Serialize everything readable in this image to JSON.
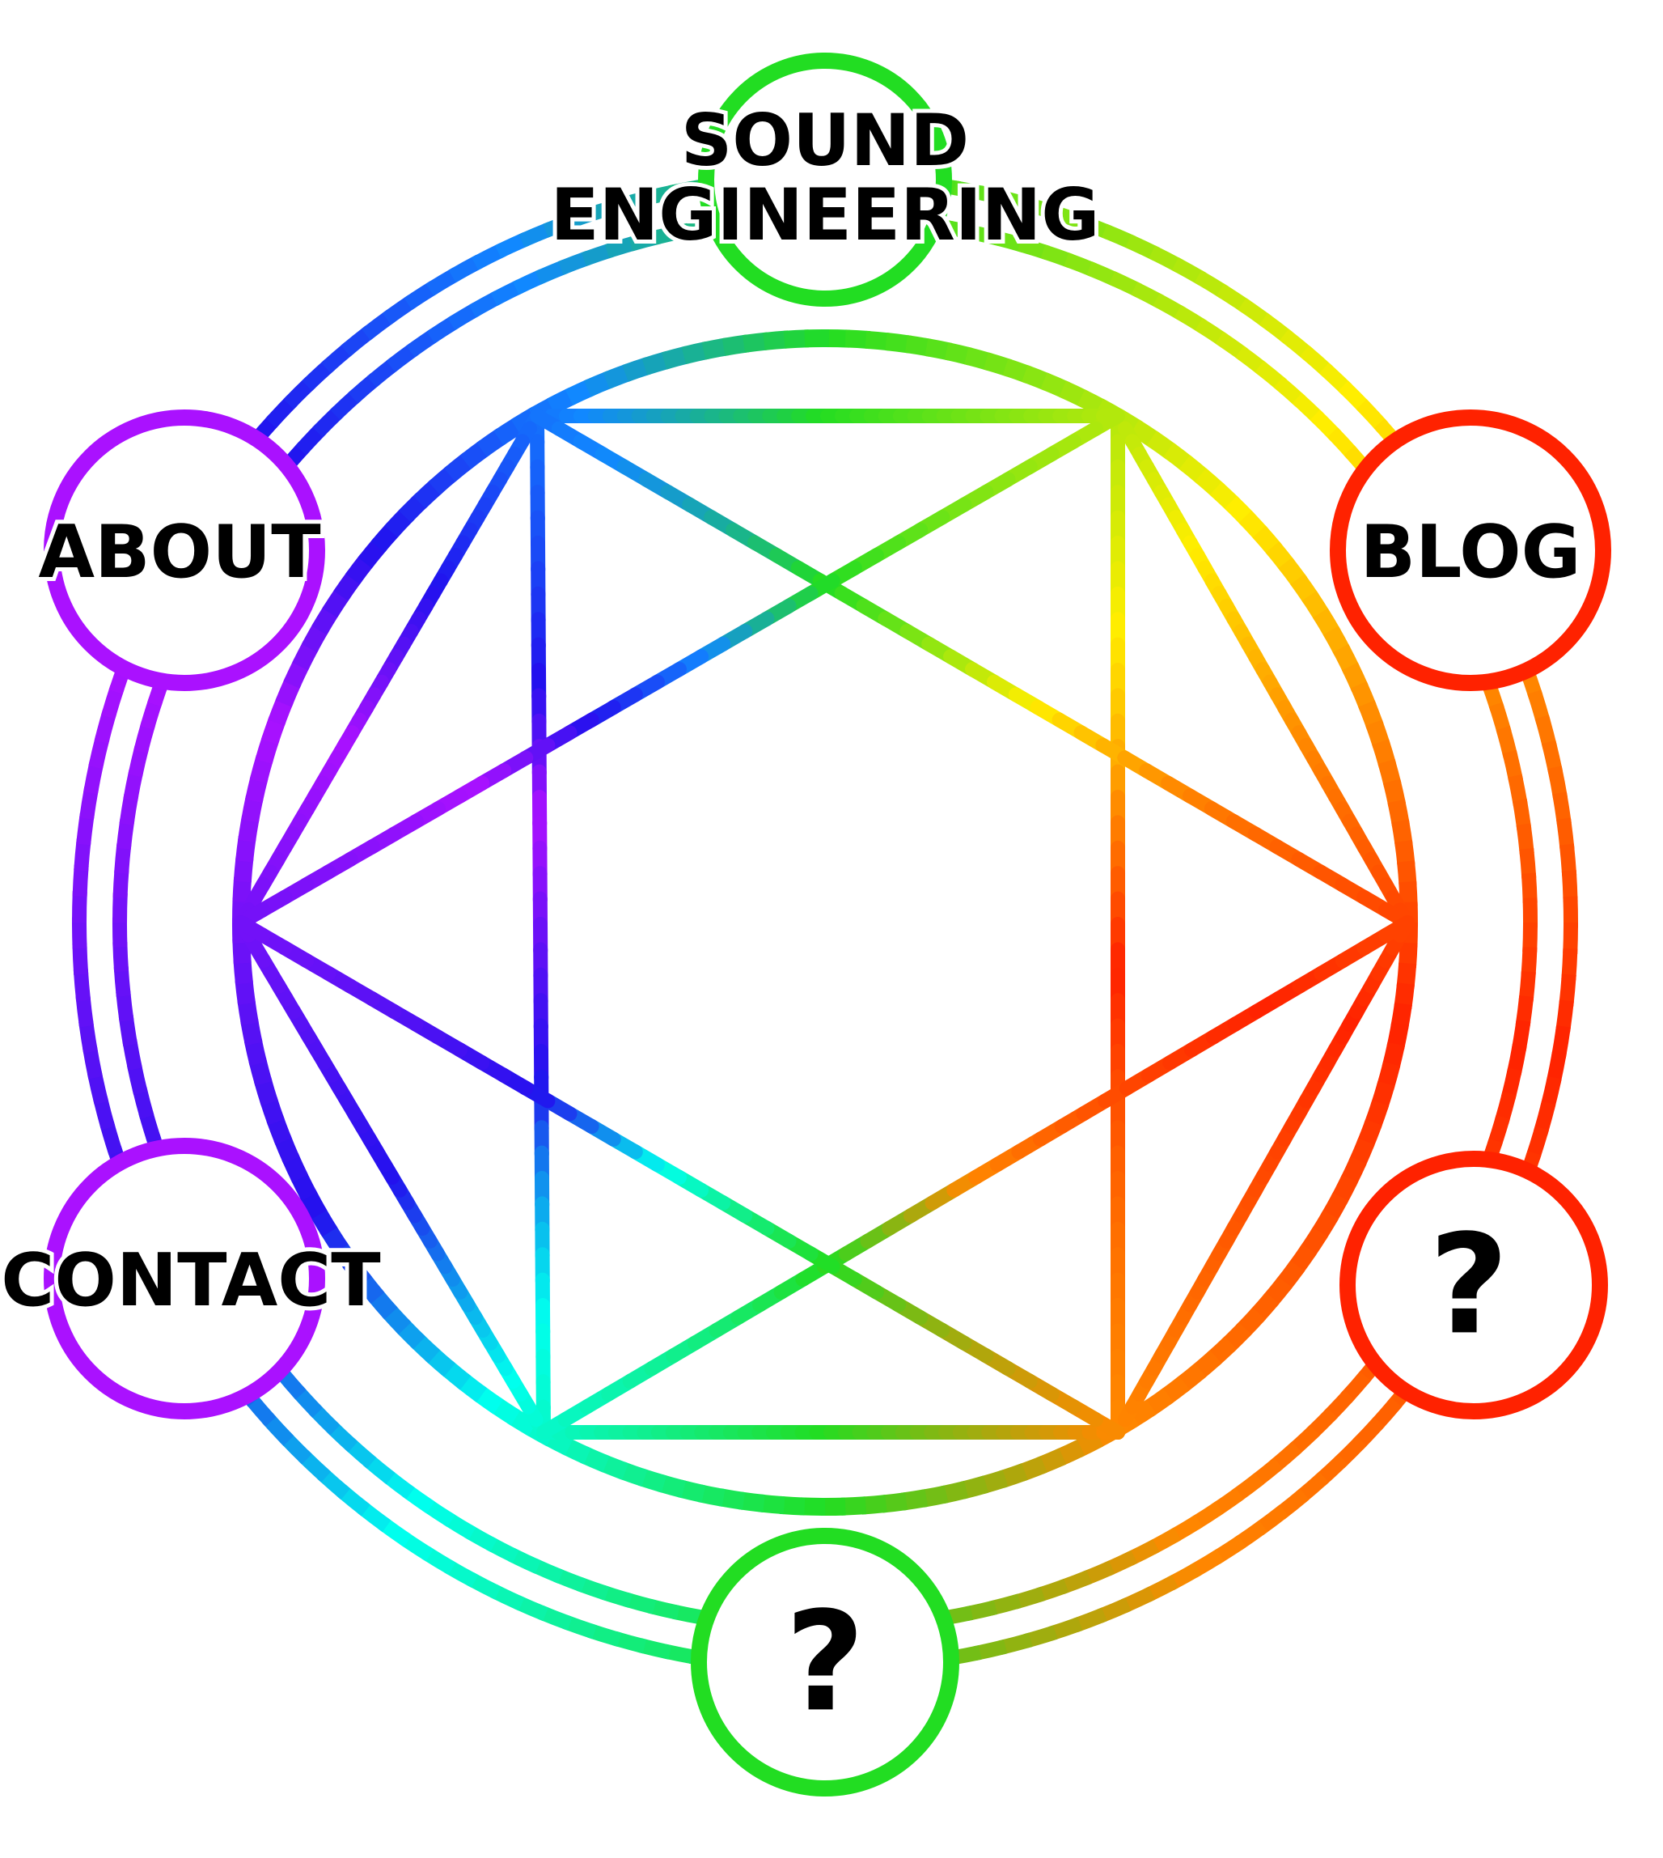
{
  "menu": {
    "top": {
      "line1": "SOUND",
      "line2": "ENGINEERING"
    },
    "about": {
      "label": "ABOUT"
    },
    "blog": {
      "label": "BLOG"
    },
    "contact": {
      "label": "CONTACT"
    },
    "mystery_right": {
      "label": "?"
    },
    "mystery_bottom": {
      "label": "?"
    }
  },
  "colors": {
    "green": "#22dd22",
    "green_yellow": "#99ee00",
    "yellow": "#ffee00",
    "orange": "#ff8800",
    "red": "#ff2200",
    "purple": "#aa11ff",
    "blue": "#2211ee",
    "azure": "#1188ff",
    "cyan": "#00ffee"
  }
}
